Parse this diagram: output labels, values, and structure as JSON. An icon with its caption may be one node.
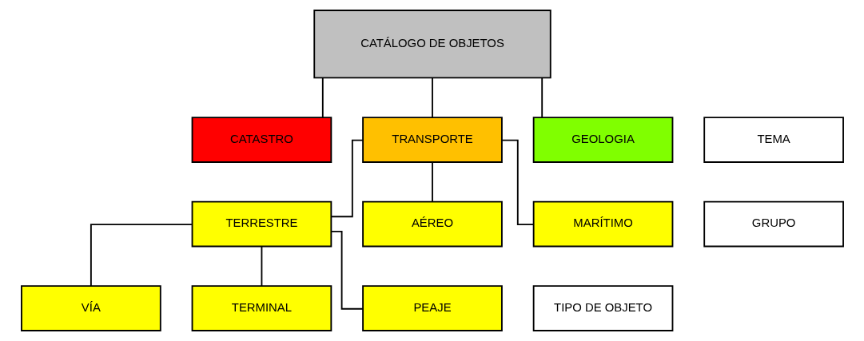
{
  "diagram": {
    "nodes": [
      {
        "text": [
          "CATÁLOGO DE OBJETOS"
        ]
      },
      {
        "text": [
          "CATASTRO"
        ]
      },
      {
        "text": [
          "TRANSPORTE"
        ]
      },
      {
        "text": [
          "GEOLOGIA"
        ]
      },
      {
        "text": [
          "TERRESTRE"
        ]
      },
      {
        "text": [
          "AÉREO"
        ]
      },
      {
        "text": [
          "MARÍTIMO"
        ]
      },
      {
        "text": [
          "VÍA"
        ]
      },
      {
        "text": [
          "TERMINAL"
        ]
      },
      {
        "text": [
          "PEAJE"
        ]
      },
      {
        "text": [
          "TEMA"
        ]
      },
      {
        "text": [
          "GRUPO"
        ]
      },
      {
        "text": [
          "TIPO DE OBJETO"
        ]
      }
    ],
    "edges": [
      {
        "from": 0,
        "to": 1,
        "arrow": "none"
      },
      {
        "from": 0,
        "to": 2,
        "arrow": "none"
      },
      {
        "from": 0,
        "to": 3,
        "arrow": "none"
      },
      {
        "from": 2,
        "to": 4,
        "arrow": "none"
      },
      {
        "from": 2,
        "to": 5,
        "arrow": "none"
      },
      {
        "from": 2,
        "to": 6,
        "arrow": "none"
      },
      {
        "from": 4,
        "to": 7,
        "arrow": "none"
      },
      {
        "from": 4,
        "to": 8,
        "arrow": "none"
      },
      {
        "from": 4,
        "to": 9,
        "arrow": "none"
      }
    ]
  }
}
